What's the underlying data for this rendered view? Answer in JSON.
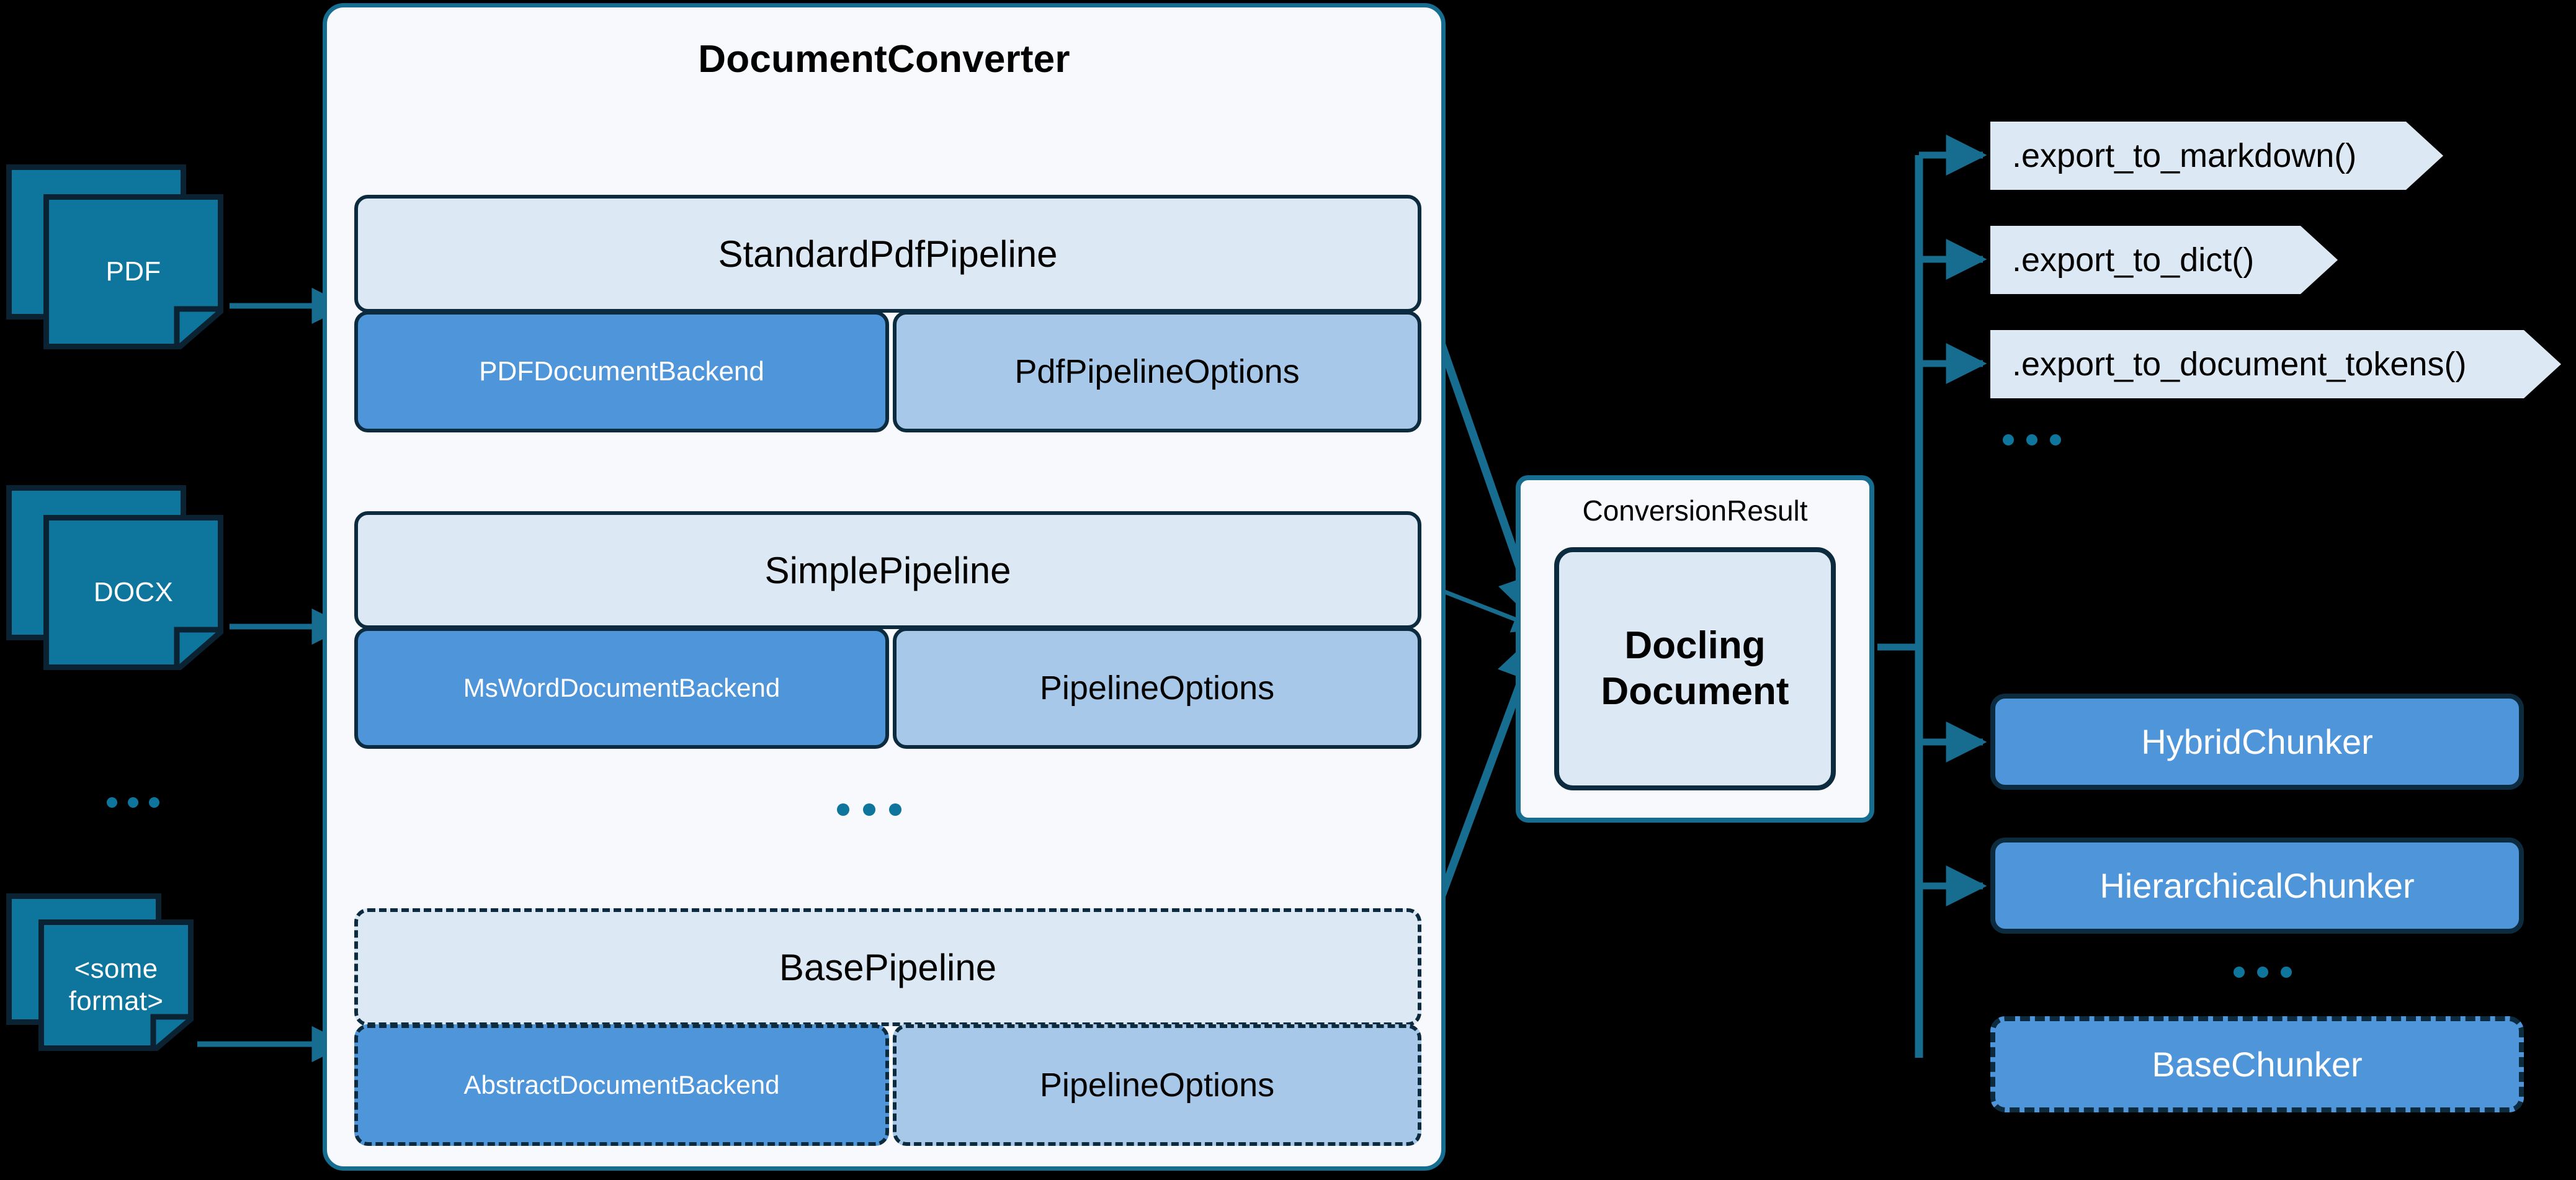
{
  "inputs": [
    {
      "label": "PDF",
      "name": "pdf"
    },
    {
      "label": "DOCX",
      "name": "docx"
    },
    {
      "label_line1": "<some",
      "label_line2": "format>",
      "name": "some-format"
    }
  ],
  "inputs_ellipsis": "...",
  "converter": {
    "title": "DocumentConverter",
    "ellipsis": "...",
    "pipelines": [
      {
        "name": "standard-pdf-pipeline",
        "title": "StandardPdfPipeline",
        "backend": "PDFDocumentBackend",
        "options": "PdfPipelineOptions",
        "dashed": false
      },
      {
        "name": "simple-pipeline",
        "title": "SimplePipeline",
        "backend": "MsWordDocumentBackend",
        "options": "PipelineOptions",
        "dashed": false
      },
      {
        "name": "base-pipeline",
        "title": "BasePipeline",
        "backend": "AbstractDocumentBackend",
        "options": "PipelineOptions",
        "dashed": true
      }
    ]
  },
  "conversion_result": {
    "title": "ConversionResult",
    "document_line1": "Docling",
    "document_line2": "Document"
  },
  "exports": [
    {
      "name": "export-to-markdown",
      "label": ".export_to_markdown()"
    },
    {
      "name": "export-to-dict",
      "label": ".export_to_dict()"
    },
    {
      "name": "export-to-document-tokens",
      "label": ".export_to_document_tokens()"
    }
  ],
  "exports_ellipsis": "...",
  "chunkers": [
    {
      "name": "hybrid-chunker",
      "label": "HybridChunker",
      "dashed": false
    },
    {
      "name": "hierarchical-chunker",
      "label": "HierarchicalChunker",
      "dashed": false
    },
    {
      "name": "base-chunker",
      "label": "BaseChunker",
      "dashed": true
    }
  ],
  "chunkers_ellipsis": "...",
  "colors": {
    "background": "#000000",
    "panel_background": "#f7f9fc",
    "panel_border": "#176d8f",
    "pipeline_header_fill": "#dce8f4",
    "backend_fill": "#4e95d9",
    "options_fill": "#a8c8ea",
    "box_border": "#0d2b3e",
    "doc_fill": "#0e759d",
    "doc_border": "#0b2233",
    "arrow": "#176d8f",
    "text_dark": "#000000",
    "text_light": "#ffffff"
  }
}
